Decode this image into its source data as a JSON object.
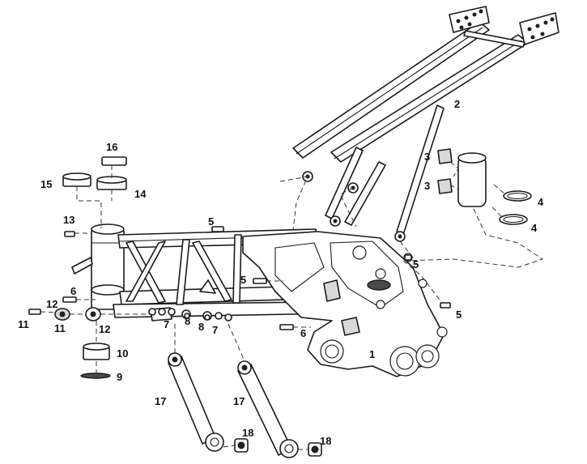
{
  "callouts": {
    "c1": "1",
    "c2": "2",
    "c3a": "3",
    "c3b": "3",
    "c4a": "4",
    "c4b": "4",
    "c5a": "5",
    "c5b": "5",
    "c5c": "5",
    "c5d": "5",
    "c6a": "6",
    "c6b": "6",
    "c7a": "7",
    "c7b": "7",
    "c8a": "8",
    "c8b": "8",
    "c9": "9",
    "c10": "10",
    "c11a": "11",
    "c11b": "11",
    "c12a": "12",
    "c12b": "12",
    "c13": "13",
    "c14": "14",
    "c15": "15",
    "c16": "16",
    "c17a": "17",
    "c17b": "17",
    "c18a": "18",
    "c18b": "18"
  },
  "colors": {
    "line": "#1a1a1a",
    "fill_grey": "#d9d9d9",
    "background": "#ffffff"
  }
}
